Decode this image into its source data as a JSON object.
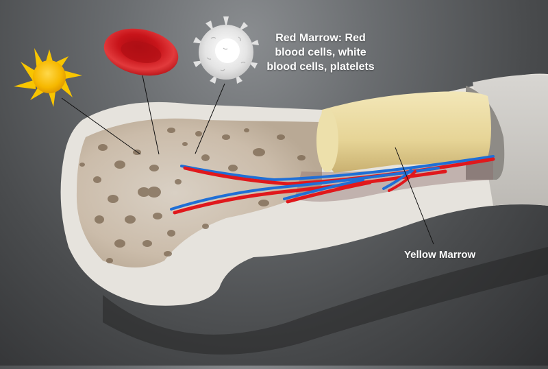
{
  "diagram": {
    "subject": "Bone marrow cross-section",
    "labels": {
      "red_marrow": "Red Marrow: Red blood cells, white blood cells, platelets",
      "yellow_marrow": "Yellow Marrow"
    },
    "cells": [
      {
        "name": "platelet",
        "icon": "platelet-icon",
        "color": "#f5c000"
      },
      {
        "name": "red-blood-cell",
        "icon": "red-blood-cell-icon",
        "color": "#d81e1e"
      },
      {
        "name": "white-blood-cell",
        "icon": "white-blood-cell-icon",
        "color": "#e8e8e8"
      }
    ],
    "colors": {
      "background": "#5a5c5e",
      "bone": "#e6e3dd",
      "spongy_bone": "#cdbfae",
      "yellow_marrow": "#e8d9a0",
      "artery": "#e0181c",
      "vein": "#1f6fd6",
      "label_text": "#ffffff"
    }
  }
}
